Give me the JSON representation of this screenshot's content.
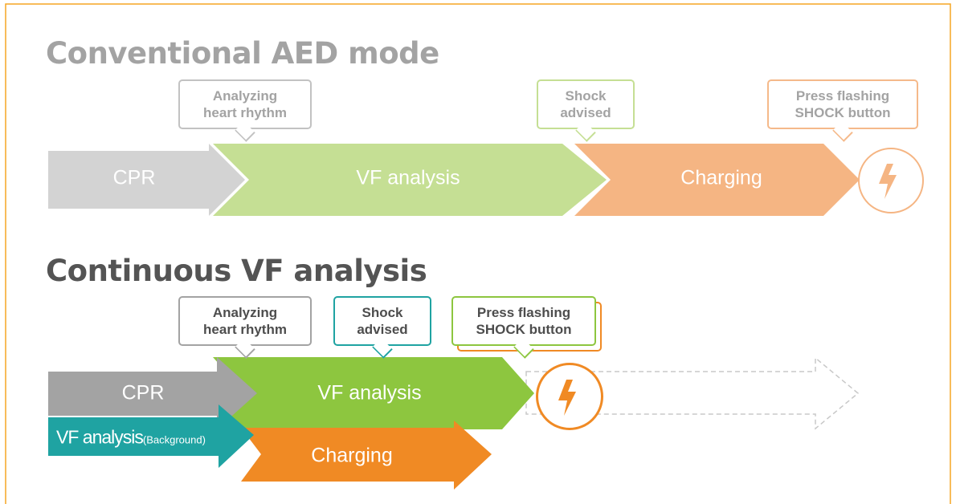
{
  "sections": {
    "conventional": {
      "title": "Conventional AED mode",
      "phases": {
        "cpr": "CPR",
        "vf_analysis": "VF analysis",
        "charging": "Charging"
      },
      "callouts": {
        "analyzing": "Analyzing\nheart rhythm",
        "shock_advised": "Shock\nadvised",
        "press_shock": "Press flashing\nSHOCK button"
      }
    },
    "continuous": {
      "title": "Continuous VF analysis",
      "phases": {
        "cpr": "CPR",
        "vf_analysis": "VF analysis",
        "vf_background_main": "VF analysis",
        "vf_background_sub": "(Background)",
        "charging": "Charging"
      },
      "callouts": {
        "analyzing": "Analyzing\nheart rhythm",
        "shock_advised": "Shock\nadvised",
        "press_shock": "Press flashing\nSHOCK button"
      }
    }
  },
  "icons": {
    "shock": "lightning-bolt-icon"
  },
  "colors": {
    "frame": "#f5a623",
    "grey_light": "#d3d3d3",
    "green_light": "#c5df94",
    "orange_light": "#f5b583",
    "grey_dark": "#a3a3a3",
    "green": "#8dc63f",
    "teal": "#1fa3a2",
    "orange": "#f08a24"
  }
}
